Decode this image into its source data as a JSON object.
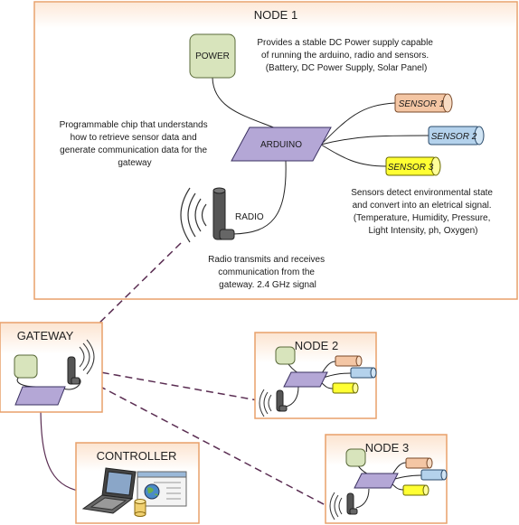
{
  "node1": {
    "title": "NODE 1",
    "power_label": "POWER",
    "arduino_label": "ARDUINO",
    "radio_label": "RADIO",
    "sensors": [
      "SENSOR 1",
      "SENSOR 2",
      "SENSOR 3"
    ],
    "power_desc": [
      "Provides a stable DC Power supply capable",
      "of running the arduino, radio and sensors.",
      "(Battery, DC Power Supply, Solar Panel)"
    ],
    "arduino_desc": [
      "Programmable chip that understands",
      "how to retrieve sensor data and",
      "generate communication data for the",
      "gateway"
    ],
    "sensor_desc": [
      "Sensors detect environmental state",
      "and convert into an eletrical signal.",
      "(Temperature, Humidity, Pressure,",
      "Light Intensity, ph, Oxygen)"
    ],
    "radio_desc": [
      "Radio transmits and receives",
      "communication from the",
      "gateway. 2.4 GHz signal"
    ]
  },
  "gateway": {
    "title": "GATEWAY"
  },
  "node2": {
    "title": "NODE 2"
  },
  "node3": {
    "title": "NODE 3"
  },
  "controller": {
    "title": "CONTROLLER"
  },
  "colors": {
    "frame": "#e8a06a",
    "power": "#d8e4bc",
    "arduino": "#b4a7d6",
    "sensor1": "#f4c6a4",
    "sensor2": "#b4d2ec",
    "sensor3": "#ffff33",
    "link": "#5a2d52"
  }
}
